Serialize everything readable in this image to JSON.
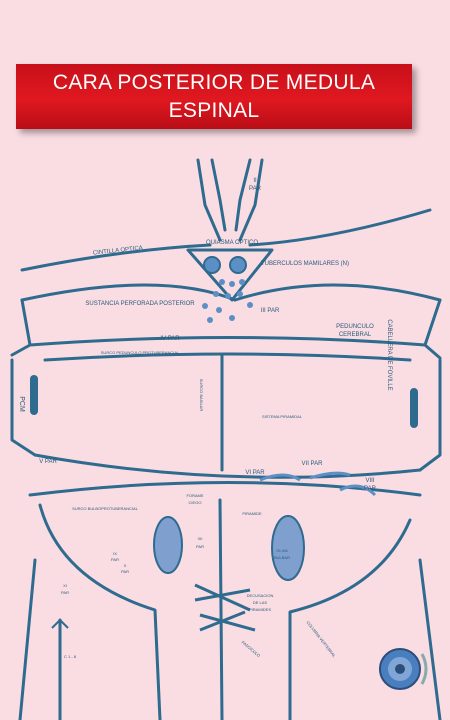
{
  "title_line1": "CARA POSTERIOR DE MEDULA",
  "title_line2": "ESPINAL",
  "labels": {
    "ii_par_a": "II",
    "ii_par_b": "PAR",
    "cintilla_optica": "CINTILLA OPTICA",
    "quiasma_optico": "QUIASMA OPTICO",
    "tuberculos": "TUBERCULOS MAMILARES (N)",
    "sustancia": "SUSTANCIA PERFORADA POSTERIOR",
    "iii_par": "III PAR",
    "pedunculo_a": "PEDUNCULO",
    "pedunculo_b": "CEREBRAL",
    "iv_par": "IV PAR",
    "surco_pedunculo": "SURCO PEDUNCULO PROTUBERANCIAL",
    "surco_basilar": "SURCO BASILAR",
    "sistema_piramidal": "SISTEMA PIRAMIDAL",
    "pcm": "PCM",
    "cabeza_fovilla": "CABELLERA DE FOVILLE",
    "v_par": "V PAR",
    "vii_par": "VII PAR",
    "vi_par": "VI PAR",
    "viii_par_a": "VIII",
    "viii_par_b": "PAR",
    "surco_bulbo": "SURCO BULBOPROTUBERANCIAL",
    "agujero_a": "FORAME",
    "agujero_b": "CIEGO",
    "piramide": "PIRAMIDE",
    "xii_par_a": "XII",
    "xii_par_b": "PAR",
    "ix_par_a": "IX",
    "ix_par_b": "PAR",
    "x_par_a": "X",
    "x_par_b": "PAR",
    "oliva_a": "OLIVA",
    "oliva_b": "BULBAR",
    "xi_par_a": "XI",
    "xi_par_b": "PAR",
    "decusacion_a": "DECUSACION",
    "decusacion_b": "DE LAS",
    "decusacion_c": "PIRAMIDES",
    "c1": "C 1 - 8",
    "fasciculo": "FASCICULO",
    "columna": "COLUMNA VERTEBRAL"
  },
  "colors": {
    "line": "#2f6b8e",
    "banner": "#dc1a22",
    "tubercles": "#5b8fc6",
    "olive": "#7f9fcf"
  },
  "speaker_icon": "speaker-icon"
}
